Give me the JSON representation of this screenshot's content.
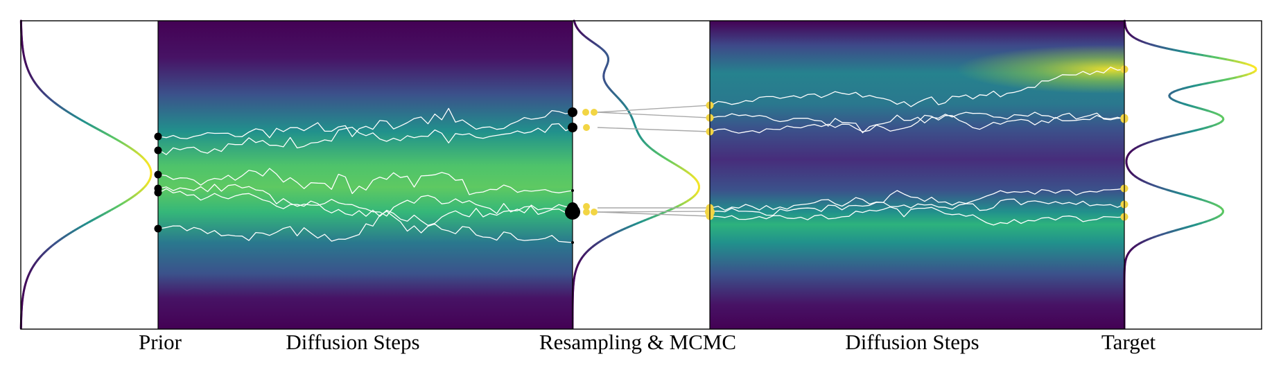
{
  "labels": {
    "prior": "Prior",
    "diffusion_1": "Diffusion Steps",
    "resampling": "Resampling & MCMC",
    "diffusion_2": "Diffusion Steps",
    "target": "Target"
  },
  "colors": {
    "particle_pre": "#000000",
    "particle_post": "#f2d544",
    "trajectory": "#ffffff",
    "resample_link": "#a9a9a9",
    "colormap": [
      "#440154",
      "#3b528b",
      "#21918c",
      "#5ec962",
      "#fde725"
    ]
  },
  "icons": {
    "density_field": "viridis-heatmap",
    "density_curve": "viridis-line"
  }
}
